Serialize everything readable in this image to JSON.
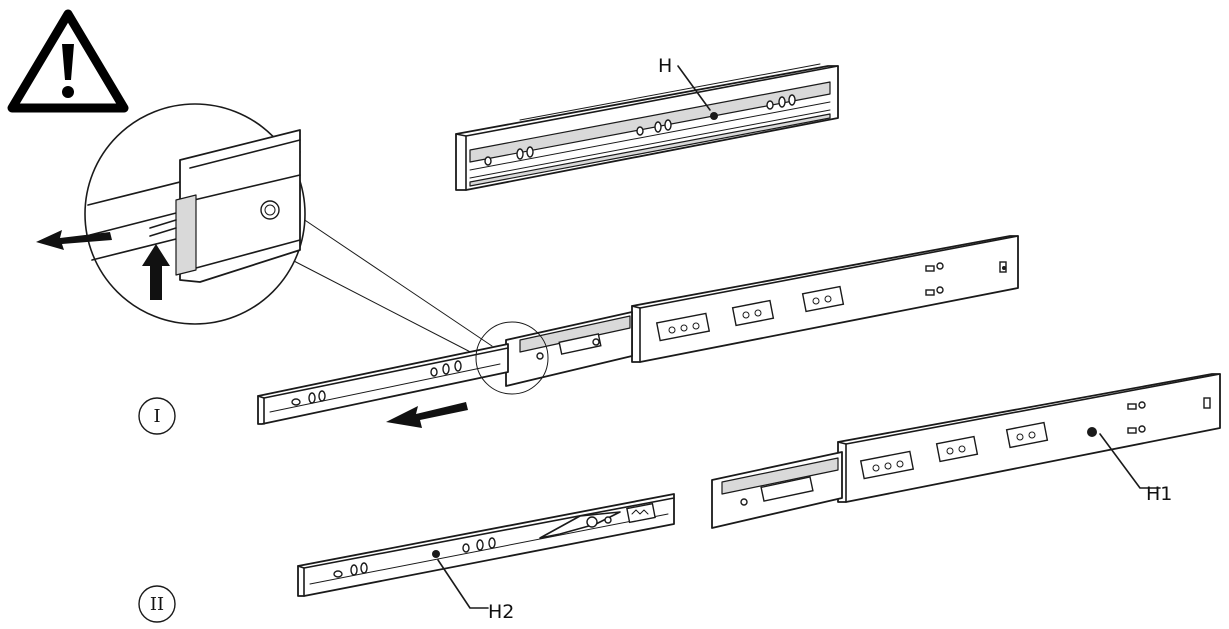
{
  "labels": {
    "h": "H",
    "h1": "H1",
    "h2": "H2",
    "step1": "I",
    "step2": "II"
  },
  "icons": {
    "warning": "warning-triangle-icon"
  }
}
